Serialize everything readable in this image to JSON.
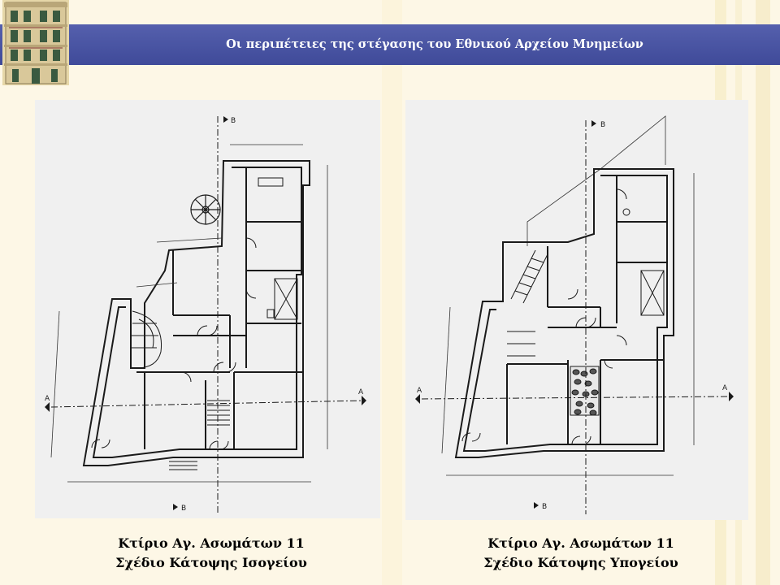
{
  "header": {
    "title": "Οι περιπέτειες της στέγασης του Εθνικού Αρχείου Μνημείων"
  },
  "logo": {
    "icon": "building-facade-icon"
  },
  "plans": [
    {
      "caption_line1": "Κτίριο Αγ. Ασωμάτων 11",
      "caption_line2": "Σχέδιο Κάτοψης Ισογείου"
    },
    {
      "caption_line1": "Κτίριο Αγ. Ασωμάτων 11",
      "caption_line2": "Σχέδιο Κάτοψης Υπογείου"
    }
  ],
  "section_markers": {
    "a": "A",
    "b": "B"
  },
  "colors": {
    "title_bar": "#4753a3",
    "background": "#fdf7e6",
    "panel": "#f0f0f0"
  }
}
